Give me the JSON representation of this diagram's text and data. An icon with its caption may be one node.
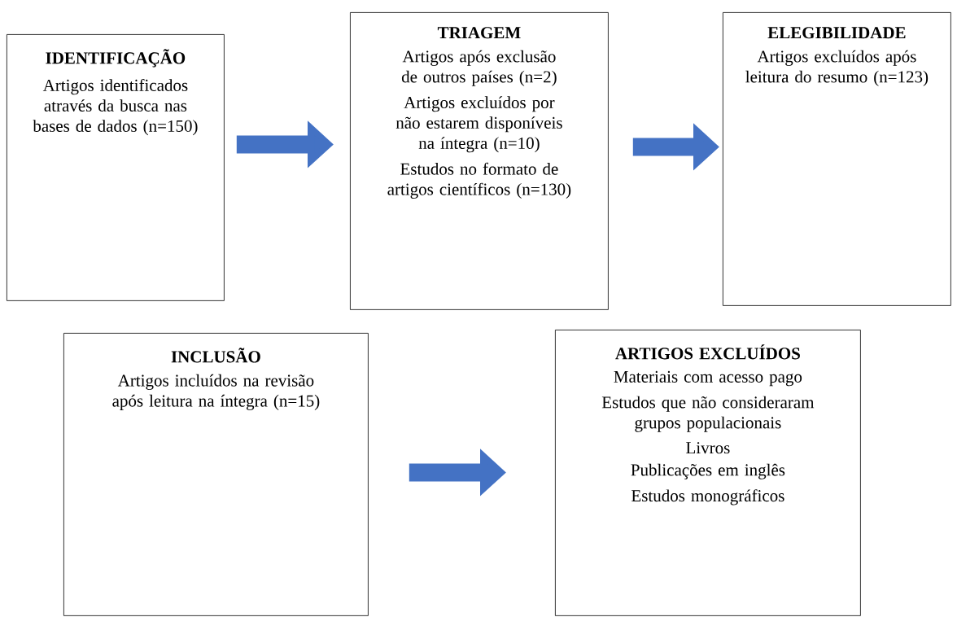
{
  "diagram": {
    "nodes": [
      {
        "text": [
          "IDENTIFICAÇÃO",
          "Artigos identificados através da busca nas bases de dados (n=150)"
        ]
      },
      {
        "text": [
          "TRIAGEM",
          "Artigos após exclusão de outros países (n=2)",
          "Artigos excluídos por não estarem disponíveis na íntegra (n=10)",
          "Estudos no formato de artigos científicos (n=130)"
        ]
      },
      {
        "text": [
          "ELEGIBILIDADE",
          "Artigos excluídos após leitura do resumo (n=123)"
        ]
      },
      {
        "text": [
          "INCLUSÃO",
          "Artigos incluídos na revisão após leitura na íntegra (n=15)"
        ]
      },
      {
        "text": [
          "ARTIGOS EXCLUÍDOS",
          "Materiais com acesso pago",
          "Estudos que não consideraram grupos populacionais",
          "Livros",
          "Publicações em inglês",
          "Estudos monográficos"
        ]
      }
    ],
    "edges": [
      {
        "from": 0,
        "to": 1,
        "arrow": "to"
      },
      {
        "from": 1,
        "to": 2,
        "arrow": "to"
      },
      {
        "from": 3,
        "to": 4,
        "arrow": "to"
      }
    ]
  }
}
